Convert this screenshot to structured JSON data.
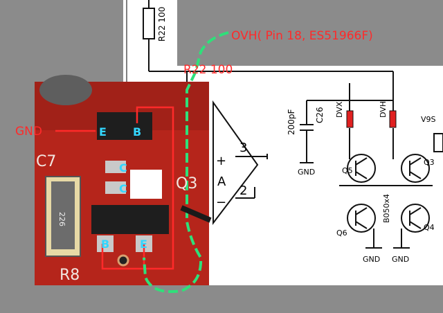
{
  "annotations": {
    "ovh_note": "OVH( Pin 18, ES51966F)",
    "resistor_note": "R22  100",
    "gnd_label": "GND"
  },
  "schematic": {
    "resistor_label": "R22 100",
    "capacitor_label": "200pF",
    "capacitor_ref": "C26",
    "opamp_label": "A",
    "opamp_plus": "+",
    "opamp_minus": "−",
    "pin3": "3",
    "pin2": "2",
    "dvx_label": "DVX",
    "dvh_label": "DVH",
    "v9s_label": "V9S",
    "q5_label": "Q5",
    "q6_label": "Q6",
    "q3_label": "Q3",
    "q4_label": "Q4",
    "part_label": "B050x4",
    "gnd1": "GND",
    "gnd2": "GND",
    "gnd3": "GND"
  },
  "photo": {
    "pad_e_top": "E",
    "pad_b_top": "B",
    "pad_c1": "C",
    "pad_c2": "C",
    "pad_b_bottom": "B",
    "pad_e_bottom": "E",
    "silk_c7": "C7",
    "silk_q3": "Q3",
    "silk_r8": "R8",
    "resistor_code": "226"
  },
  "colors": {
    "annotation_red": "#ff2a2a",
    "trace_green": "#2fe07a",
    "pad_cyan": "#33d6ff",
    "pcb_red": "#b5251b"
  }
}
